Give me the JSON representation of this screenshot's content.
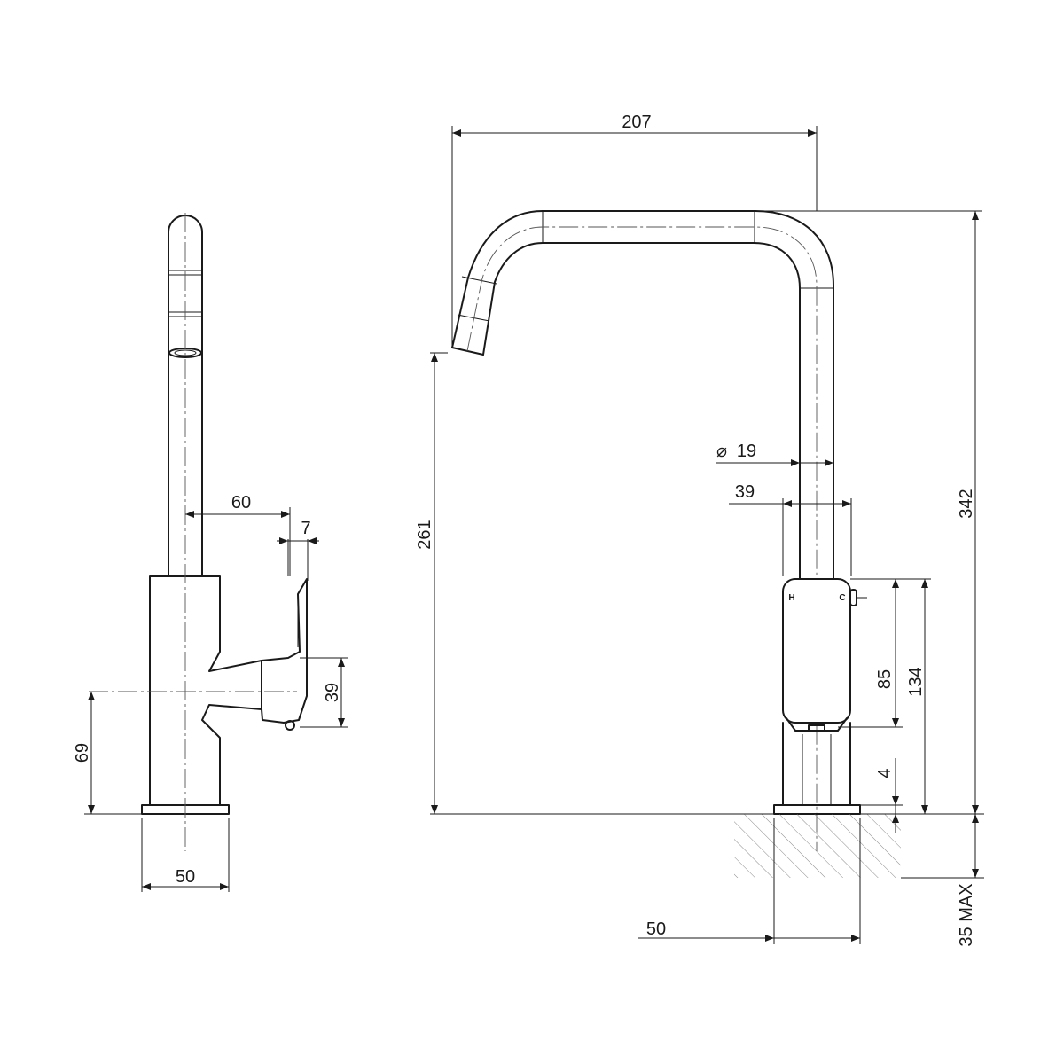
{
  "side_view": {
    "dim_spout_offset": "60",
    "dim_lever_thickness": "7",
    "dim_lever_height": "39",
    "dim_lever_axis_height": "69",
    "dim_base_width": "50"
  },
  "front_view": {
    "dim_reach": "207",
    "dim_pipe_diameter": "19",
    "dim_body_width": "39",
    "dim_handle_height": "85",
    "dim_body_height": "134",
    "dim_gap": "4",
    "dim_spout_height": "261",
    "dim_overall_height": "342",
    "dim_base_width": "50",
    "dim_bench_thickness": "35 MAX",
    "label_hot": "H",
    "label_cold": "C",
    "diameter_symbol": "⌀"
  }
}
